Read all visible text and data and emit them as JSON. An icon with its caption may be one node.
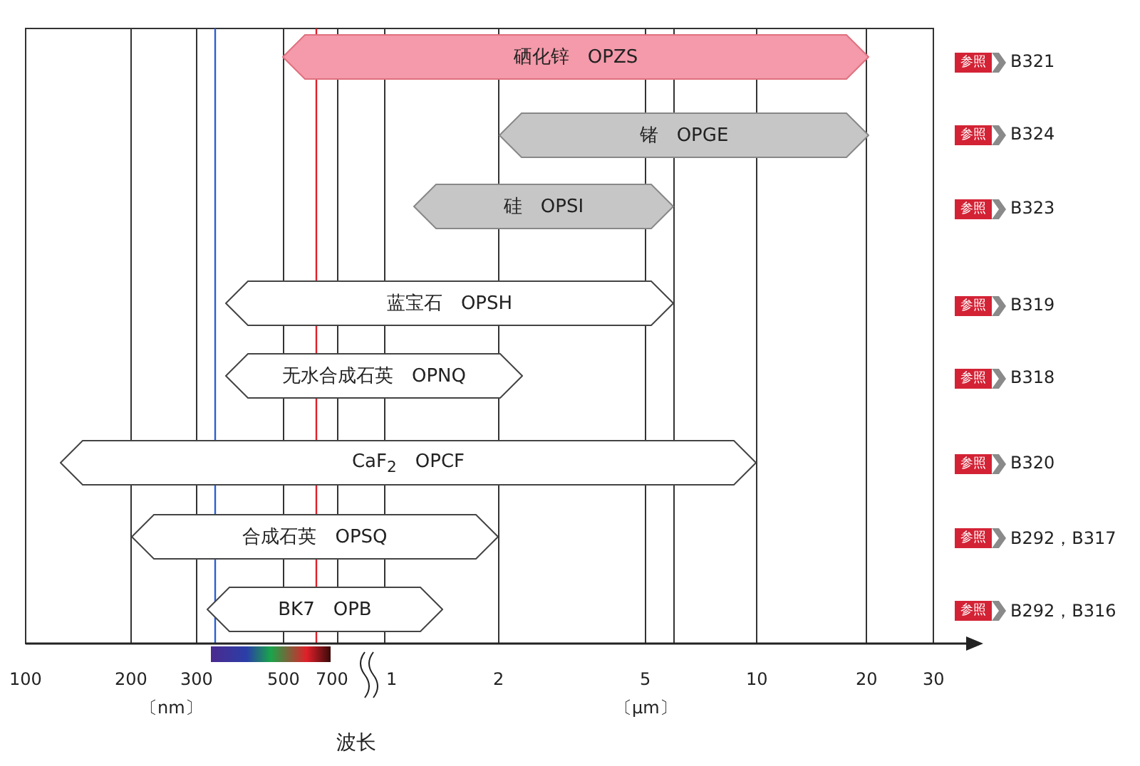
{
  "diagram": {
    "nodes": [
      {
        "text": [
          "硒化锌　OPZS"
        ]
      },
      {
        "text": [
          "锗　OPGE"
        ]
      },
      {
        "text": [
          "硅　OPSI"
        ]
      },
      {
        "text": [
          "蓝宝石　OPSH"
        ]
      },
      {
        "text": [
          "无水合成石英　OPNQ"
        ]
      },
      {
        "text": [
          "CaF$_{2}$　OPCF"
        ]
      },
      {
        "text": [
          "合成石英　OPSQ"
        ]
      },
      {
        "text": [
          "BK7　OPB"
        ]
      }
    ],
    "labels": [
      "参照",
      "B321",
      "参照",
      "B324",
      "参照",
      "B323",
      "参照",
      "B319",
      "参照",
      "B318",
      "参照",
      "B320",
      "参照",
      "B292，B317",
      "参照",
      "B292，B316",
      "100",
      "200",
      "300",
      "500",
      "700",
      "1",
      "2",
      "5",
      "10",
      "20",
      "30",
      "〔nm〕",
      "〔μm〕",
      "波长"
    ]
  }
}
